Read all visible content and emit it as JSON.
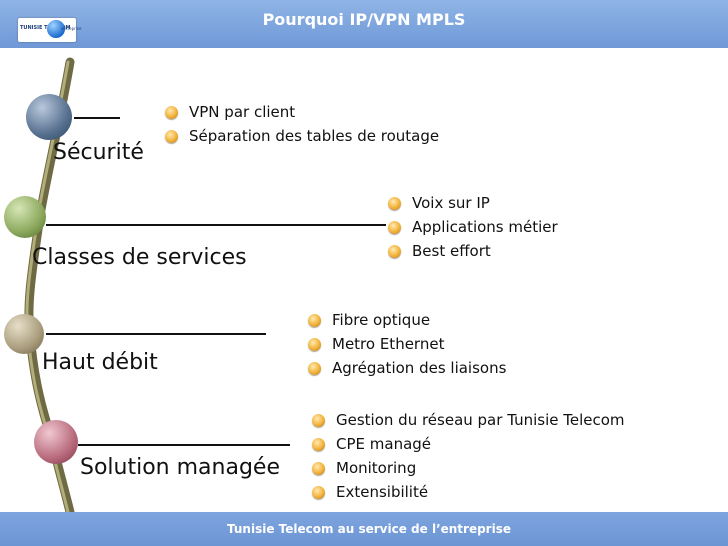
{
  "header": {
    "title": "Pourquoi IP/VPN MPLS"
  },
  "logo": {
    "text_a": "TUNISIE TELECOM",
    "text_b": "entreprise"
  },
  "sections": [
    {
      "label": "Sécurité",
      "items": [
        "VPN par client",
        "Séparation des tables de routage"
      ]
    },
    {
      "label": "Classes de services",
      "items": [
        "Voix sur IP",
        "Applications métier",
        "Best effort"
      ]
    },
    {
      "label": "Haut débit",
      "items": [
        "Fibre optique",
        "Metro Ethernet",
        "Agrégation des liaisons"
      ]
    },
    {
      "label": "Solution managée",
      "items": [
        "Gestion du réseau par Tunisie Telecom",
        "CPE managé",
        "Monitoring",
        "Extensibilité"
      ]
    }
  ],
  "footer": {
    "text": "Tunisie Telecom au service de l’entreprise"
  },
  "colors": {
    "header": "#7aa3df",
    "footer": "#6f98d6",
    "bullet": "#f2b23a",
    "vine": "#7d7a57"
  }
}
